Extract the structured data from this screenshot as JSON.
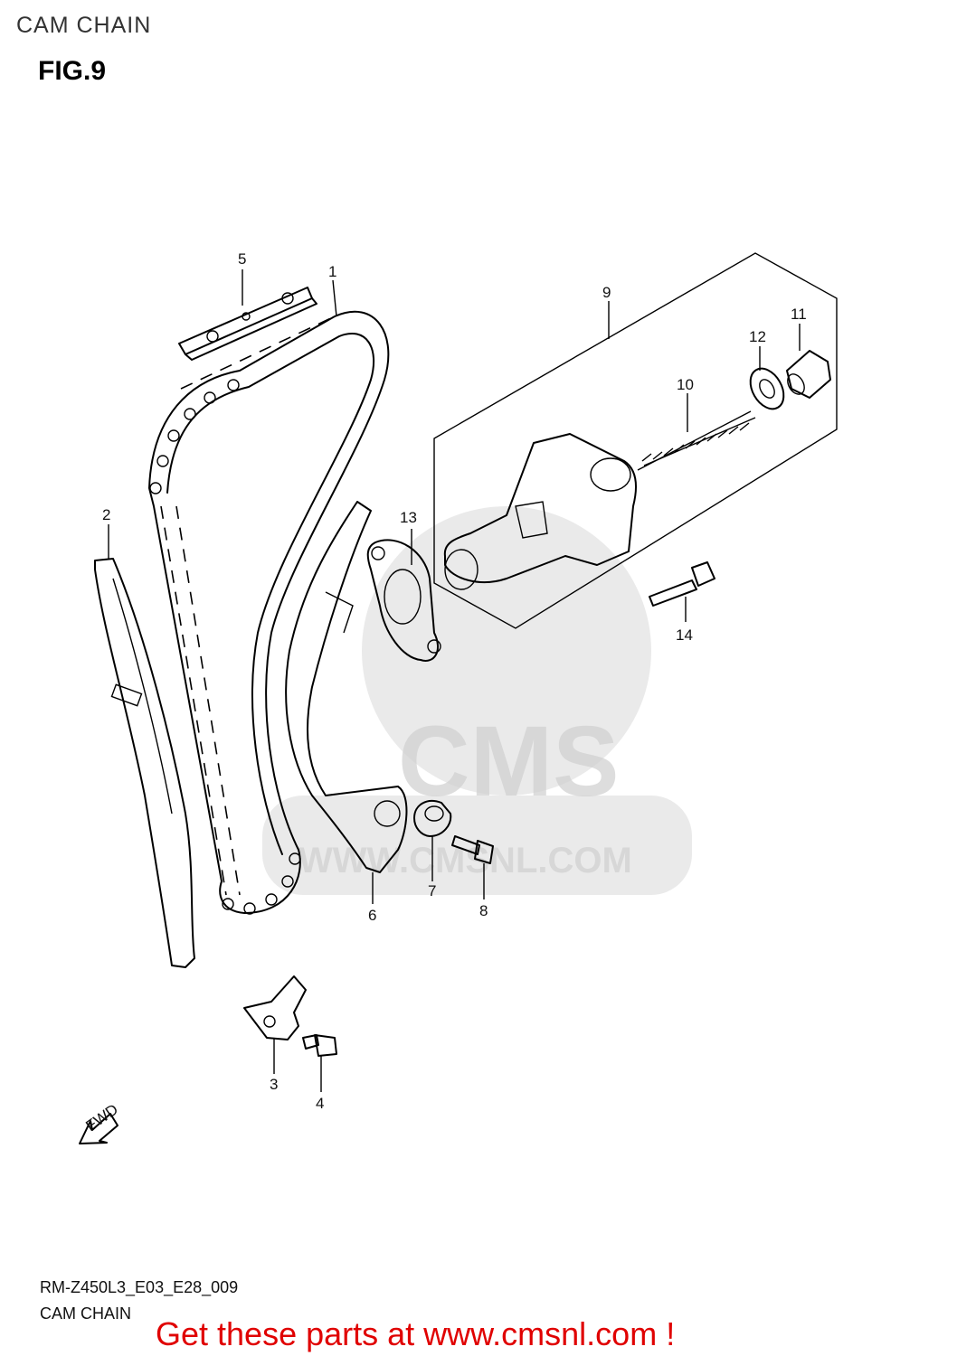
{
  "header": {
    "title": "CAM CHAIN",
    "fig_label": "FIG.9"
  },
  "watermark": {
    "brand": "CMS",
    "url": "WWW.CMSNL.COM"
  },
  "callouts": {
    "p1": "1",
    "p2": "2",
    "p3": "3",
    "p4": "4",
    "p5": "5",
    "p6": "6",
    "p7": "7",
    "p8": "8",
    "p9": "9",
    "p10": "10",
    "p11": "11",
    "p12": "12",
    "p13": "13",
    "p14": "14"
  },
  "fwd_label": "FWD",
  "footer": {
    "diagram_code": "RM-Z450L3_E03_E28_009",
    "title": "CAM CHAIN",
    "cta": "Get these parts at www.cmsnl.com !"
  }
}
